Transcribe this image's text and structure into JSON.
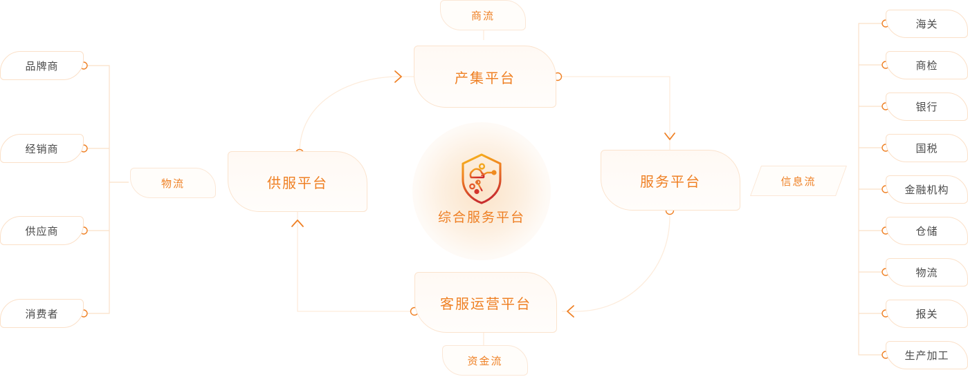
{
  "theme": {
    "accent": "#ef8024",
    "line": "#fbe0c8",
    "node_ring": "#ef8024",
    "text_dark": "#4a4a4a",
    "card_fill": "#fff9f4",
    "page_bg": "#ffffff"
  },
  "center": {
    "title": "综合服务平台",
    "logo_icon": "shield-cloud-network-icon"
  },
  "platforms": [
    {
      "id": "produce",
      "label": "产集平台"
    },
    {
      "id": "supply",
      "label": "供服平台"
    },
    {
      "id": "service",
      "label": "服务平台"
    },
    {
      "id": "customer",
      "label": "客服运营平台"
    }
  ],
  "flow_tags": [
    {
      "id": "commerce",
      "label": "商流"
    },
    {
      "id": "logistics",
      "label": "物流"
    },
    {
      "id": "information",
      "label": "信息流"
    },
    {
      "id": "capital",
      "label": "资金流"
    }
  ],
  "left_column": [
    {
      "label": "品牌商"
    },
    {
      "label": "经销商"
    },
    {
      "label": "供应商"
    },
    {
      "label": "消费者"
    }
  ],
  "right_column": [
    {
      "label": "海关"
    },
    {
      "label": "商检"
    },
    {
      "label": "银行"
    },
    {
      "label": "国税"
    },
    {
      "label": "金融机构"
    },
    {
      "label": "仓储"
    },
    {
      "label": "物流"
    },
    {
      "label": "报关"
    },
    {
      "label": "生产加工"
    }
  ]
}
